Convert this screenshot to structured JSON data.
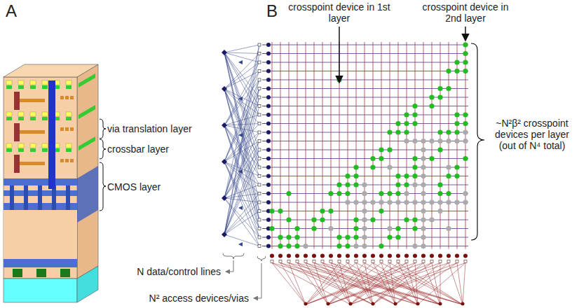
{
  "diagram": {
    "labels": [
      "A",
      "via translation layer",
      "crossbar layer",
      "CMOS layer",
      "B",
      "crosspoint device in 1st layer",
      "crosspoint device in 2nd layer",
      "~N²β² crosspoint devices per layer (out of N⁴ total)",
      "N data/control lines",
      "N² access devices/vias"
    ]
  }
}
